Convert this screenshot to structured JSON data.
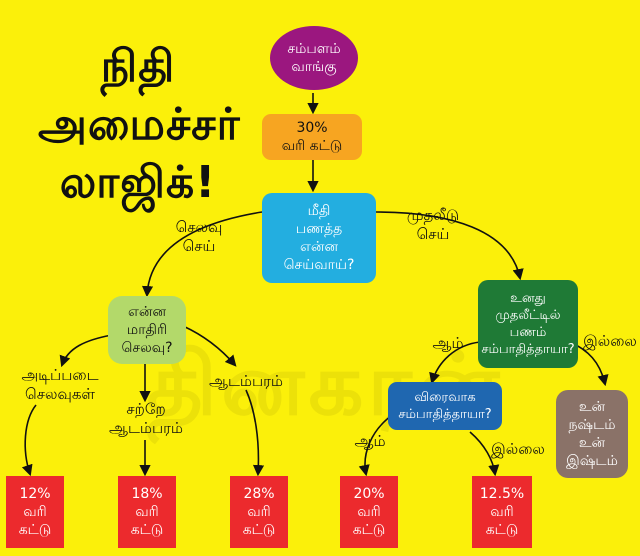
{
  "colors": {
    "background": "#fbf00a",
    "start": "#9b177f",
    "tax": "#f7a521",
    "question": "#23aee0",
    "spend_question": "#b3d96a",
    "invest_question": "#1f7a36",
    "quick_question": "#1f67b0",
    "loss": "#8a7268",
    "result": "#ec2a2d"
  },
  "title": {
    "line1": "நிதி",
    "line2": "அமைச்சர்",
    "line3": "லாஜிக்!"
  },
  "watermark": "தினகரன்",
  "nodes": {
    "start": "சம்பளம்\nவாங்கு",
    "tax30": "30%\nவரி கட்டு",
    "question_main": "மீதி\nபணத்த\nஎன்ன\nசெய்வாய்?",
    "spend_type": "என்ன\nமாதிரி\nசெலவு?",
    "investment_profit": "உனது\nமுதலீட்டில்\nபணம்\nசம்பாதித்தாயா?",
    "quick_profit": "விரைவாக\nசம்பாதித்தாயா?",
    "loss": "உன்\nநஷ்டம்\nஉன்\nஇஷ்டம்"
  },
  "labels": {
    "spend": "செலவு\nசெய்",
    "invest": "முதலீடு\nசெய்",
    "basic": "அடிப்படை\nசெலவுகள்",
    "moderate": "சற்றே\nஆடம்பரம்",
    "luxury": "ஆடம்பரம்",
    "yes_invest": "ஆம்",
    "no_invest": "இல்லை",
    "yes_quick": "ஆம்",
    "no_quick": "இல்லை"
  },
  "results": [
    {
      "rate": "12%",
      "text": "வரி\nகட்டு"
    },
    {
      "rate": "18%",
      "text": "வரி\nகட்டு"
    },
    {
      "rate": "28%",
      "text": "வரி\nகட்டு"
    },
    {
      "rate": "20%",
      "text": "வரி\nகட்டு"
    },
    {
      "rate": "12.5%",
      "text": "வரி\nகட்டு"
    }
  ]
}
